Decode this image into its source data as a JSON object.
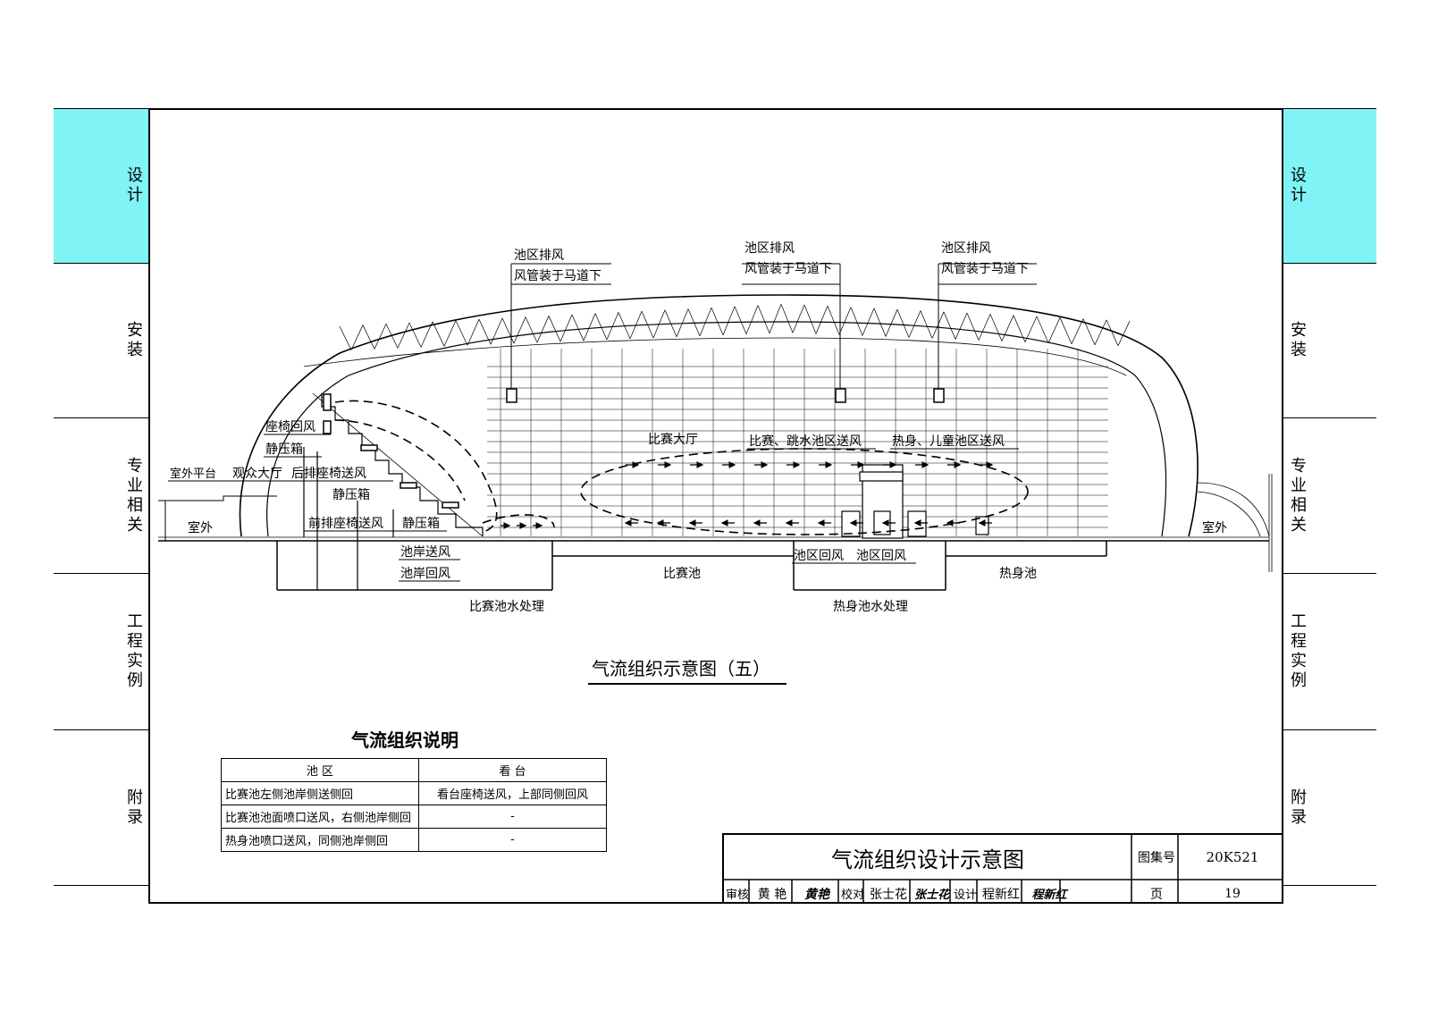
{
  "side_tabs": [
    {
      "label": "设计",
      "cyan": true
    },
    {
      "label": "安装",
      "cyan": false
    },
    {
      "label": "专业相关",
      "cyan": false
    },
    {
      "label": "工程实例",
      "cyan": false
    },
    {
      "label": "附录",
      "cyan": false
    }
  ],
  "diagram": {
    "exhaust_labels": [
      {
        "line1": "池区排风",
        "line2": "风管装于马道下"
      },
      {
        "line1": "池区排风",
        "line2": "风管装于马道下"
      },
      {
        "line1": "池区排风",
        "line2": "风管装于马道下"
      }
    ],
    "labels": {
      "seat_return": "座椅回风",
      "plenum_1": "静压箱",
      "plenum_2": "静压箱",
      "plenum_3": "静压箱",
      "outdoor_platform": "室外平台",
      "spectator_hall": "观众大厅",
      "rear_seat_supply": "后排座椅送风",
      "front_seat_supply": "前排座椅送风",
      "outdoor_left": "室外",
      "outdoor_right": "室外",
      "poolside_supply": "池岸送风",
      "poolside_return": "池岸回风",
      "competition_hall": "比赛大厅",
      "comp_dive_supply": "比赛、跳水池区送风",
      "warmup_kids_supply": "热身、儿童池区送风",
      "pool_return_1": "池区回风",
      "pool_return_2": "池区回风",
      "competition_pool": "比赛池",
      "warmup_pool": "热身池",
      "comp_water_treatment": "比赛池水处理",
      "warmup_water_treatment": "热身池水处理"
    },
    "caption": "气流组织示意图（五）"
  },
  "legend": {
    "title": "气流组织说明",
    "headers": [
      "池 区",
      "看 台"
    ],
    "rows": [
      [
        "比赛池左侧池岸侧送侧回",
        "看台座椅送风，上部同侧回风"
      ],
      [
        "比赛池池面喷口送风，右侧池岸侧回",
        "-"
      ],
      [
        "热身池喷口送风，同侧池岸侧回",
        "-"
      ]
    ]
  },
  "title_block": {
    "title": "气流组织设计示意图",
    "atlas_label": "图集号",
    "atlas_no": "20K521",
    "review_label": "审核",
    "reviewer": "黄 艳",
    "reviewer_sig": "黄艳",
    "check_label": "校对",
    "checker": "张士花",
    "checker_sig": "张士花",
    "design_label": "设计",
    "designer": "程新红",
    "designer_sig": "程新红",
    "page_label": "页",
    "page_no": "19"
  }
}
